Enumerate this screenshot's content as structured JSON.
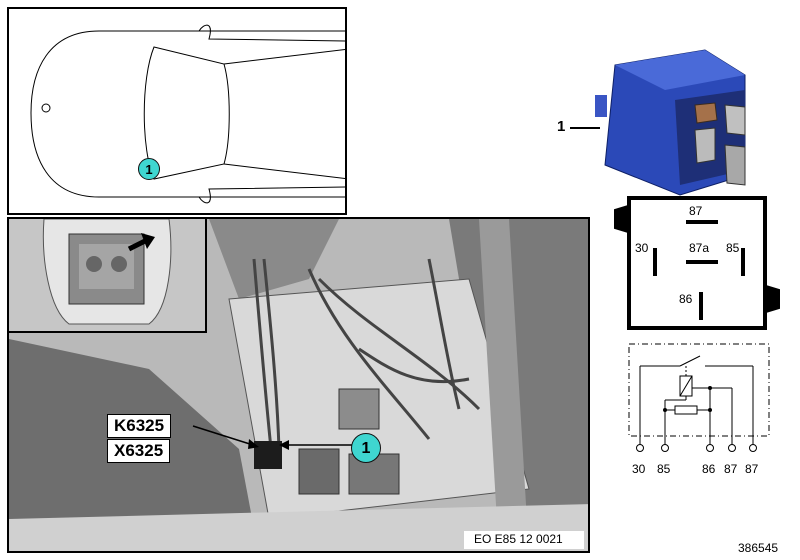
{
  "top_view": {
    "callout": "1"
  },
  "photo": {
    "callout": "1",
    "component_labels": [
      "K6325",
      "X6325"
    ],
    "reference_code": "EO E85 12 0021"
  },
  "relay": {
    "callout": "1",
    "pin_diagram": {
      "pins": [
        "87",
        "30",
        "87a",
        "85",
        "86"
      ]
    },
    "schematic": {
      "terminals": [
        "30",
        "85",
        "86",
        "87",
        "87"
      ]
    }
  },
  "figure_id": "386545"
}
